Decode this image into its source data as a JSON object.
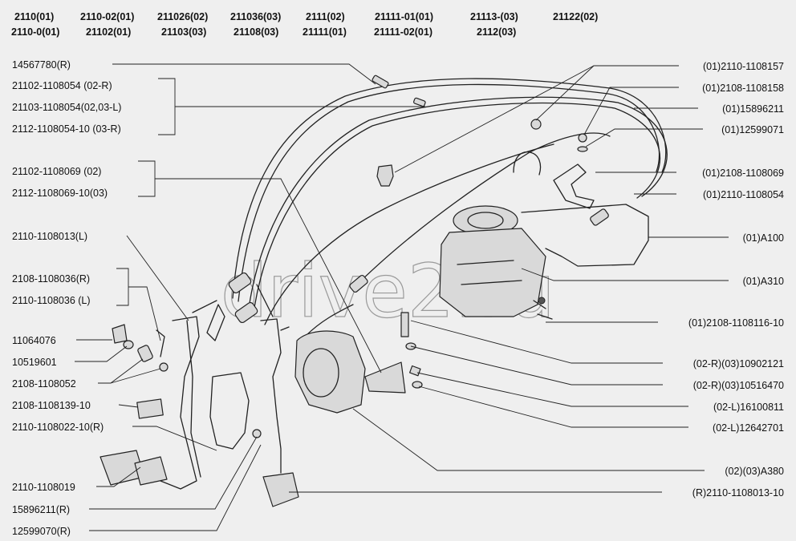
{
  "header": {
    "row1": [
      "2110(01)",
      "2110-02(01)",
      "211026(02)",
      "211036(03)",
      "2111(02)",
      "21111-01(01)",
      "21113-(03)",
      "21122(02)"
    ],
    "row2": [
      "2110-0(01)",
      "21102(01)",
      "21103(03)",
      "21108(03)",
      "21111(01)",
      "21111-02(01)",
      "2112(03)"
    ]
  },
  "left_labels": [
    "14567780(R)",
    "21102-1108054  (02-R)",
    "21103-1108054(02,03-L)",
    "2112-1108054-10 (03-R)",
    "21102-1108069  (02)",
    "2112-1108069-10(03)",
    "2110-1108013(L)",
    "2108-1108036(R)",
    "2110-1108036 (L)",
    "11064076",
    "10519601",
    "2108-1108052",
    "2108-1108139-10",
    "2110-1108022-10(R)",
    "2110-1108019",
    "15896211(R)",
    "12599070(R)"
  ],
  "right_labels": [
    "(01)2110-1108157",
    "(01)2108-1108158",
    "(01)15896211",
    "(01)12599071",
    "(01)2108-1108069",
    "(01)2110-1108054",
    "(01)A100",
    "(01)A310",
    "(01)2108-1108116-10",
    "(02-R)(03)10902121",
    "(02-R)(03)10516470",
    "(02-L)16100811",
    "(02-L)12642701",
    "(02)(03)A380",
    "(R)2110-1108013-10"
  ],
  "watermark": "drive2.ru"
}
